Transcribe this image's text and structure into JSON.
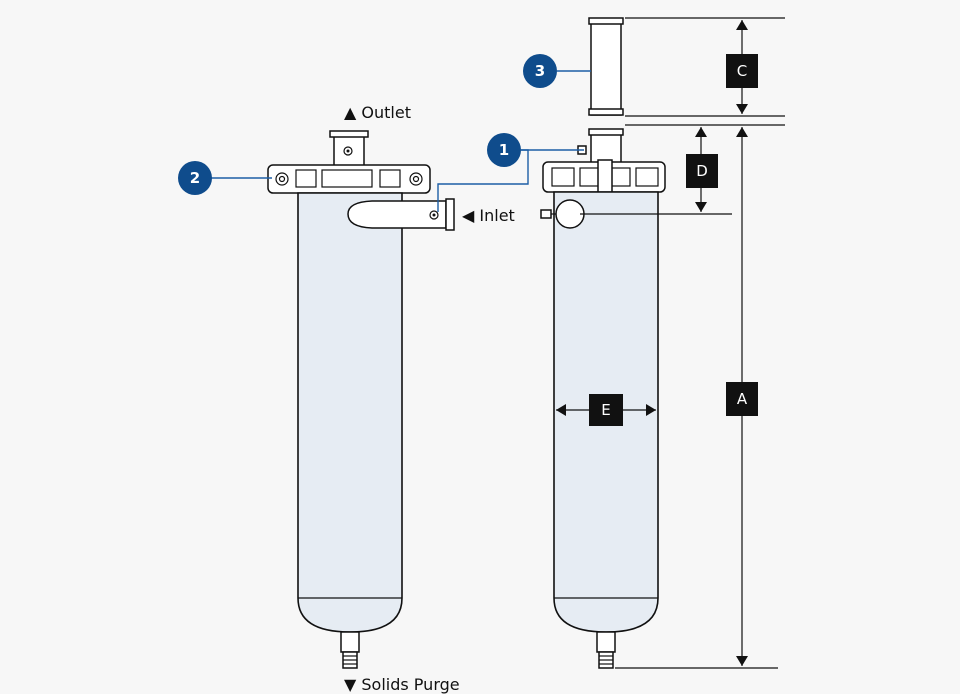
{
  "labels": {
    "outlet": "▲ Outlet",
    "inlet": "◀ Inlet",
    "solids_purge": "▼ Solids Purge"
  },
  "dimensions": {
    "a": "A",
    "c": "C",
    "d": "D",
    "e": "E"
  },
  "callouts": {
    "one": "1",
    "two": "2",
    "three": "3"
  },
  "colors": {
    "callout_fill": "#0f4c8c",
    "leader": "#1d5fa6",
    "body_fill": "#e6ecf3",
    "dimension_box": "#111111"
  }
}
